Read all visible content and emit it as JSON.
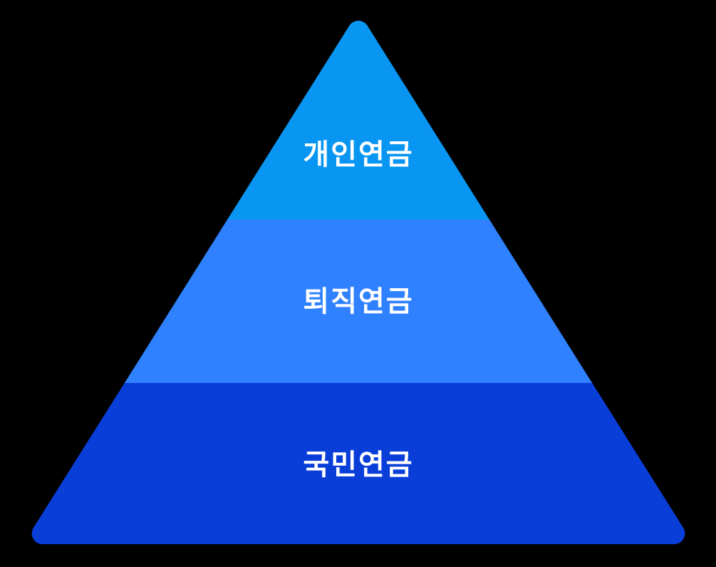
{
  "diagram": {
    "type": "pyramid",
    "background_color": "#000000",
    "text_color": "#FFFFFF",
    "layers": [
      {
        "position": "top",
        "label": "개인연금",
        "color": "#0996F2"
      },
      {
        "position": "middle",
        "label": "퇴직연금",
        "color": "#2F81FF"
      },
      {
        "position": "bottom",
        "label": "국민연금",
        "color": "#0A3ED9"
      }
    ]
  }
}
